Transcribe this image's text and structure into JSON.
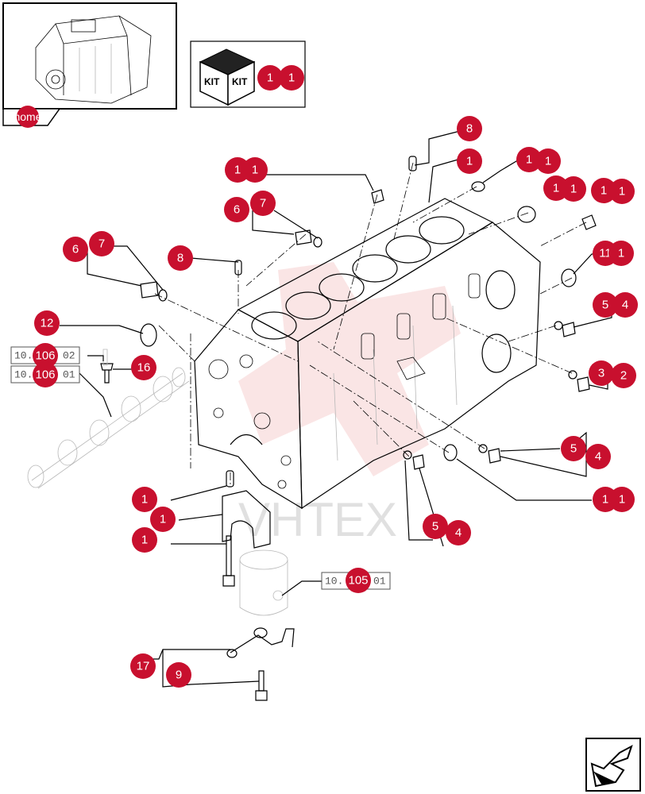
{
  "navigation": {
    "home_label": "home"
  },
  "kit": {
    "label_left": "KIT",
    "label_right": "KIT",
    "callouts": [
      "1",
      "1"
    ]
  },
  "watermark": "VHTEX",
  "callouts": [
    {
      "id": "c8a",
      "label": "8"
    },
    {
      "id": "c1a",
      "label": "1"
    },
    {
      "id": "c1b",
      "label": "1"
    },
    {
      "id": "c1c",
      "label": "1"
    },
    {
      "id": "c1d",
      "label": "1"
    },
    {
      "id": "c1e",
      "label": "1"
    },
    {
      "id": "c1f",
      "label": "1"
    },
    {
      "id": "c1g",
      "label": "1"
    },
    {
      "id": "c1h",
      "label": "1"
    },
    {
      "id": "c1i",
      "label": "1"
    },
    {
      "id": "c6a",
      "label": "6"
    },
    {
      "id": "c7a",
      "label": "7"
    },
    {
      "id": "c6b",
      "label": "6"
    },
    {
      "id": "c7b",
      "label": "7"
    },
    {
      "id": "c8b",
      "label": "8"
    },
    {
      "id": "c11",
      "label": "11"
    },
    {
      "id": "c1j",
      "label": "1"
    },
    {
      "id": "c12",
      "label": "12"
    },
    {
      "id": "c5a",
      "label": "5"
    },
    {
      "id": "c4a",
      "label": "4"
    },
    {
      "id": "c106a",
      "label": "106"
    },
    {
      "id": "c16",
      "label": "16"
    },
    {
      "id": "c3",
      "label": "3"
    },
    {
      "id": "c2",
      "label": "2"
    },
    {
      "id": "c106b",
      "label": "106"
    },
    {
      "id": "c5b",
      "label": "5"
    },
    {
      "id": "c4b",
      "label": "4"
    },
    {
      "id": "c1k",
      "label": "1"
    },
    {
      "id": "c1l",
      "label": "1"
    },
    {
      "id": "c1m",
      "label": "1"
    },
    {
      "id": "c1n",
      "label": "1"
    },
    {
      "id": "c1o",
      "label": "1"
    },
    {
      "id": "c5c",
      "label": "5"
    },
    {
      "id": "c4c",
      "label": "4"
    },
    {
      "id": "c105",
      "label": "105"
    },
    {
      "id": "c17",
      "label": "17"
    },
    {
      "id": "c9",
      "label": "9"
    }
  ],
  "references": [
    {
      "id": "r1",
      "prefix": "10.",
      "suffix": "02"
    },
    {
      "id": "r2",
      "prefix": "10.",
      "suffix": "01"
    },
    {
      "id": "r3",
      "prefix": "10.",
      "suffix": "01"
    }
  ]
}
